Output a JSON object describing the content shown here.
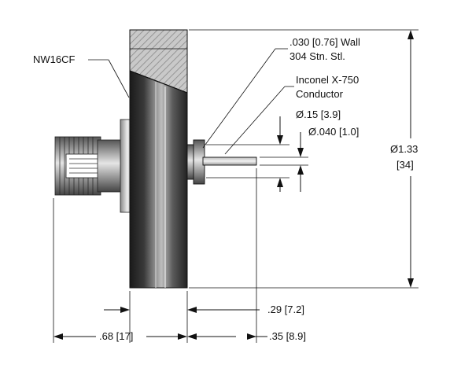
{
  "labels": {
    "flange": "NW16CF",
    "wall_line1": ".030 [0.76] Wall",
    "wall_line2": "304 Stn. Stl.",
    "conductor_line1": "Inconel X-750",
    "conductor_line2": "Conductor",
    "dia_outer_cond": "Ø.15 [3.9]",
    "dia_inner_cond": "Ø.040 [1.0]",
    "dia_flange_line1": "Ø1.33",
    "dia_flange_line2": "[34]",
    "len_29": ".29 [7.2]",
    "len_68": ".68 [17]",
    "len_35": ".35 [8.9]"
  },
  "colors": {
    "ink": "#111111",
    "steel_dark": "#2a2a2a",
    "steel_light": "#d8d8d8",
    "hatch": "#9a9a9a"
  }
}
